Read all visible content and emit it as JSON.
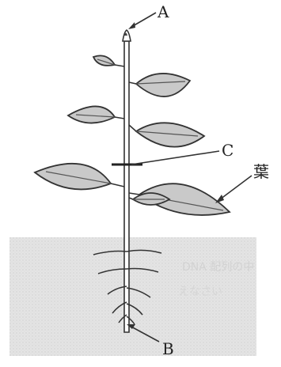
{
  "labels": {
    "tip": "A",
    "root_tip": "B",
    "cut_mark": "C",
    "leaf": "葉"
  },
  "colors": {
    "leaf_fill": "#c9c9c9",
    "soil_fill": "#e2e2e2",
    "line": "#333333"
  }
}
